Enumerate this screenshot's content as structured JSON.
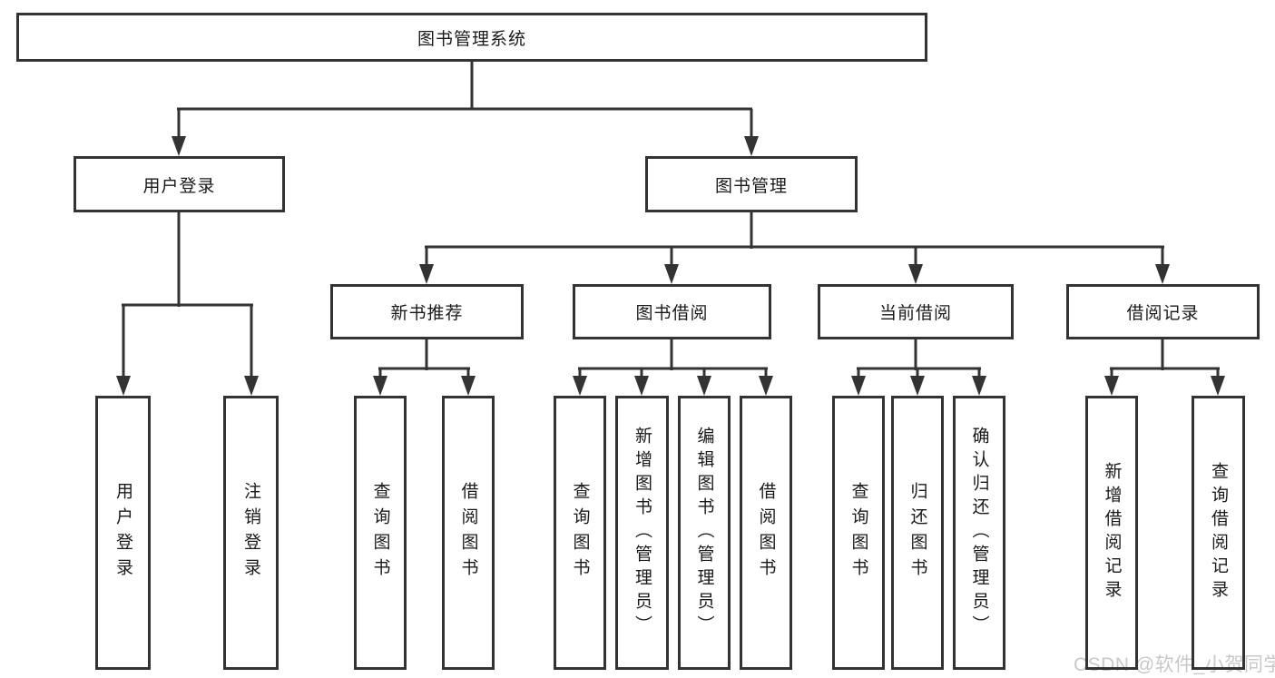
{
  "tree": {
    "root": "图书管理系统",
    "level2": [
      "用户登录",
      "图书管理"
    ],
    "level3": [
      "新书推荐",
      "图书借阅",
      "当前借阅",
      "借阅记录"
    ],
    "leaves_user_login": [
      "用户登录",
      "注销登录"
    ],
    "leaves_new_books": [
      "查询图书",
      "借阅图书"
    ],
    "leaves_book_borrow": [
      "查询图书",
      "新增图书（管理员）",
      "编辑图书（管理员）",
      "借阅图书"
    ],
    "leaves_current_borrow": [
      "查询图书",
      "归还图书",
      "确认归还（管理员）"
    ],
    "leaves_borrow_records": [
      "新增借阅记录",
      "查询借阅记录"
    ]
  },
  "colors": {
    "line": "#333333",
    "box_border": "#333333",
    "box_fill": "#ffffff",
    "text": "#1a1a1a",
    "watermark": "#c8c8c8"
  },
  "watermark": "CSDN @软件_小贺同学"
}
